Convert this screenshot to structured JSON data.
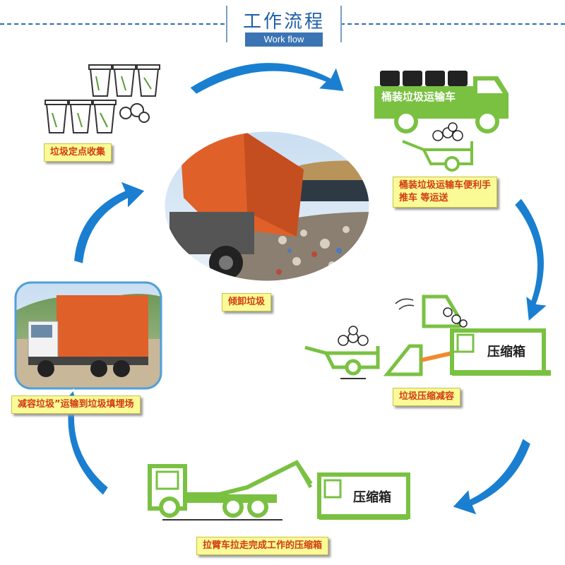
{
  "header": {
    "title": "工作流程",
    "subtitle": "Work flow"
  },
  "steps": {
    "collect": "垃圾定点收集",
    "truck": "桶装垃圾运输车",
    "transport": "桶装垃圾运输车便利手推车 等运送",
    "compress": "垃圾压缩减容",
    "haul": "拉臂车拉走完成工作的压缩箱",
    "landfill": "减容垃圾”运输到垃圾填埋场",
    "dump": "倾卸垃圾"
  },
  "box_label": "压缩箱",
  "colors": {
    "green": "#7ac142",
    "orange": "#e05a2a",
    "arrow": "#1a7fd0",
    "label_bg": "#fafa96",
    "label_text": "#d23a10"
  }
}
